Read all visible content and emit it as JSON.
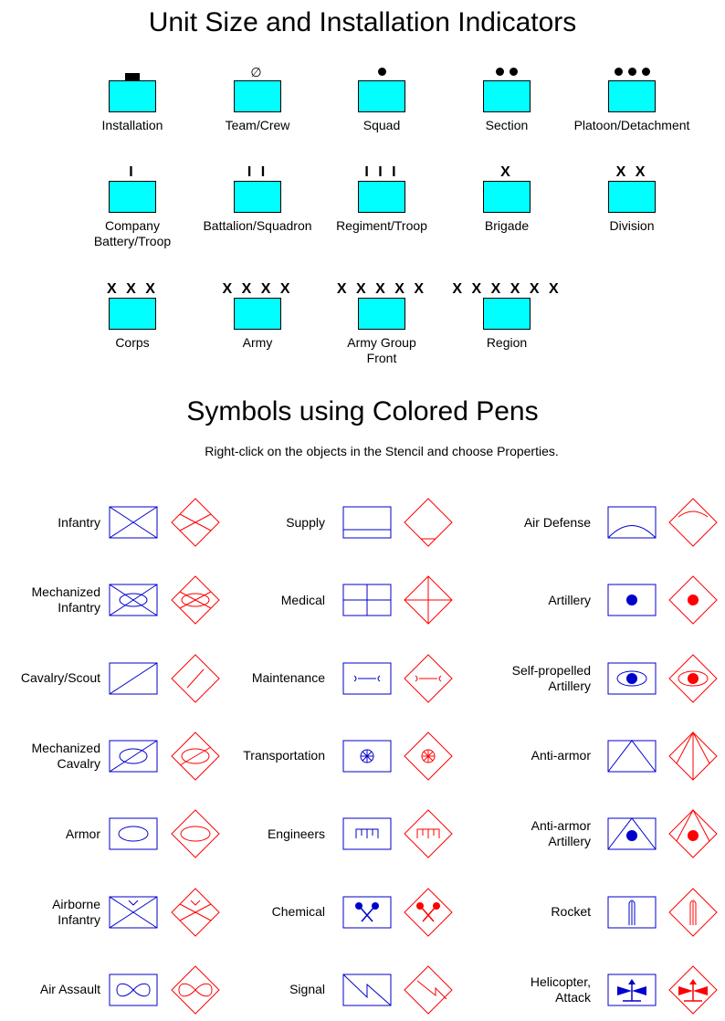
{
  "title": "Unit Size and Installation Indicators",
  "subtitle": "Symbols using Colored Pens",
  "note": "Right-click on the objects in the Stencil and choose Properties.",
  "units": [
    {
      "label": "Installation",
      "indicator": ""
    },
    {
      "label": "Team/Crew",
      "indicator": "∅"
    },
    {
      "label": "Squad",
      "indicator": ""
    },
    {
      "label": "Section",
      "indicator": ""
    },
    {
      "label": "Platoon/Detachment",
      "indicator": ""
    },
    {
      "label": "Company\nBattery/Troop",
      "indicator": "I"
    },
    {
      "label": "Battalion/Squadron",
      "indicator": "II"
    },
    {
      "label": "Regiment/Troop",
      "indicator": "III"
    },
    {
      "label": "Brigade",
      "indicator": "X"
    },
    {
      "label": "Division",
      "indicator": "XX"
    },
    {
      "label": "Corps",
      "indicator": "XXX"
    },
    {
      "label": "Army",
      "indicator": "XXXX"
    },
    {
      "label": "Army Group\nFront",
      "indicator": "XXXXX"
    },
    {
      "label": "Region",
      "indicator": "XXXXXX"
    }
  ],
  "symbols": [
    {
      "label": "Infantry",
      "icon": "infantry-symbol"
    },
    {
      "label": "Mechanized\nInfantry",
      "icon": "mechanized-infantry-symbol"
    },
    {
      "label": "Cavalry/Scout",
      "icon": "cavalry-scout-symbol"
    },
    {
      "label": "Mechanized\nCavalry",
      "icon": "mechanized-cavalry-symbol"
    },
    {
      "label": "Armor",
      "icon": "armor-symbol"
    },
    {
      "label": "Airborne\nInfantry",
      "icon": "airborne-infantry-symbol"
    },
    {
      "label": "Air Assault",
      "icon": "air-assault-symbol"
    },
    {
      "label": "Supply",
      "icon": "supply-symbol"
    },
    {
      "label": "Medical",
      "icon": "medical-symbol"
    },
    {
      "label": "Maintenance",
      "icon": "maintenance-symbol"
    },
    {
      "label": "Transportation",
      "icon": "transportation-symbol"
    },
    {
      "label": "Engineers",
      "icon": "engineers-symbol"
    },
    {
      "label": "Chemical",
      "icon": "chemical-symbol"
    },
    {
      "label": "Signal",
      "icon": "signal-symbol"
    },
    {
      "label": "Air Defense",
      "icon": "air-defense-symbol"
    },
    {
      "label": "Artillery",
      "icon": "artillery-symbol"
    },
    {
      "label": "Self-propelled\nArtillery",
      "icon": "self-propelled-artillery-symbol"
    },
    {
      "label": "Anti-armor",
      "icon": "anti-armor-symbol"
    },
    {
      "label": "Anti-armor\nArtillery",
      "icon": "anti-armor-artillery-symbol"
    },
    {
      "label": "Rocket",
      "icon": "rocket-symbol"
    },
    {
      "label": "Helicopter,\nAttack",
      "icon": "helicopter-attack-symbol"
    }
  ],
  "colors": {
    "fill": "#00ffff",
    "friendly": "#0000cc",
    "hostile": "#ff0000"
  }
}
